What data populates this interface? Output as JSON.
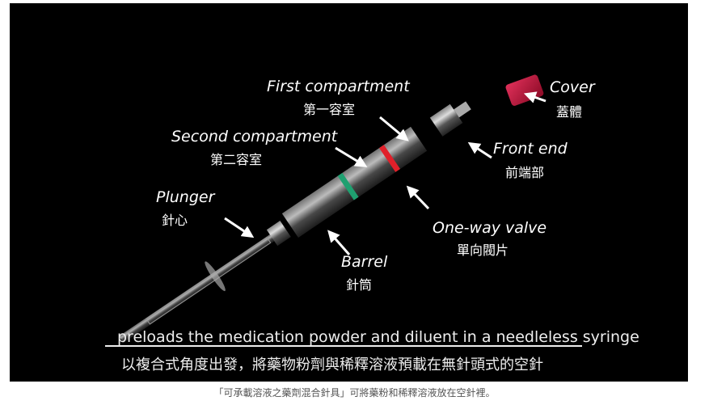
{
  "labels": {
    "first_compartment": {
      "en": "First compartment",
      "zh": "第一容室"
    },
    "second_compartment": {
      "en": "Second compartment",
      "zh": "第二容室"
    },
    "plunger": {
      "en": "Plunger",
      "zh": "針心"
    },
    "barrel": {
      "en": "Barrel",
      "zh": "針筒"
    },
    "one_way_valve": {
      "en": "One-way valve",
      "zh": "單向閥片"
    },
    "front_end": {
      "en": "Front end",
      "zh": "前端部"
    },
    "cover": {
      "en": "Cover",
      "zh": "蓋體"
    }
  },
  "subtitle": {
    "en": "preloads the medication powder and diluent in a needleless syringe",
    "zh": "以複合式角度出發，將藥物粉劑與稀釋溶液預載在無針頭式的空針"
  },
  "caption": "「可承載溶液之藥劑混合針具」可將藥粉和稀釋溶液放在空針裡。",
  "colors": {
    "ring_green": "#1fa070",
    "ring_red": "#e0202a",
    "cover": "#c0143c"
  }
}
